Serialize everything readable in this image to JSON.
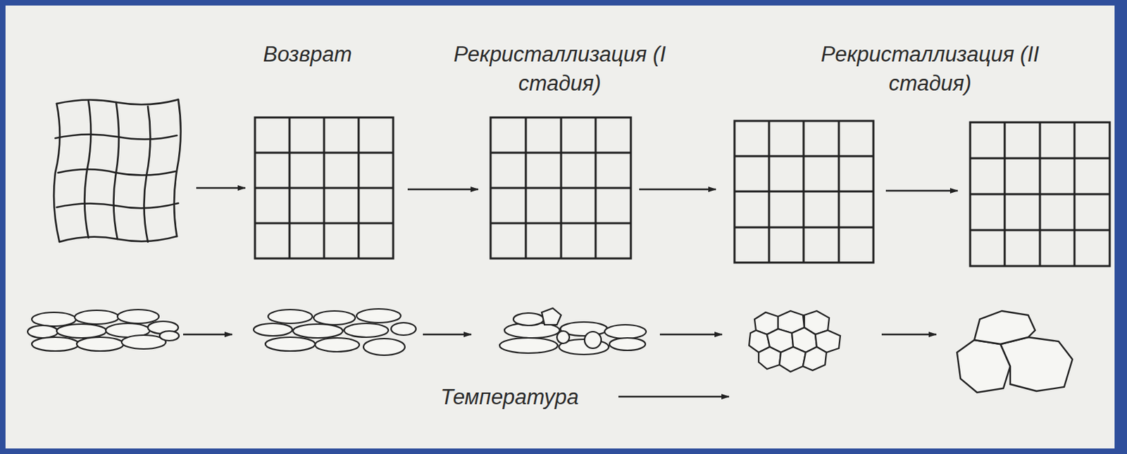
{
  "diagram": {
    "labels": [
      "Возврат",
      "Рекристаллизация (I стадия)",
      "Рекристаллизация (II стадия)",
      "Температура"
    ]
  }
}
